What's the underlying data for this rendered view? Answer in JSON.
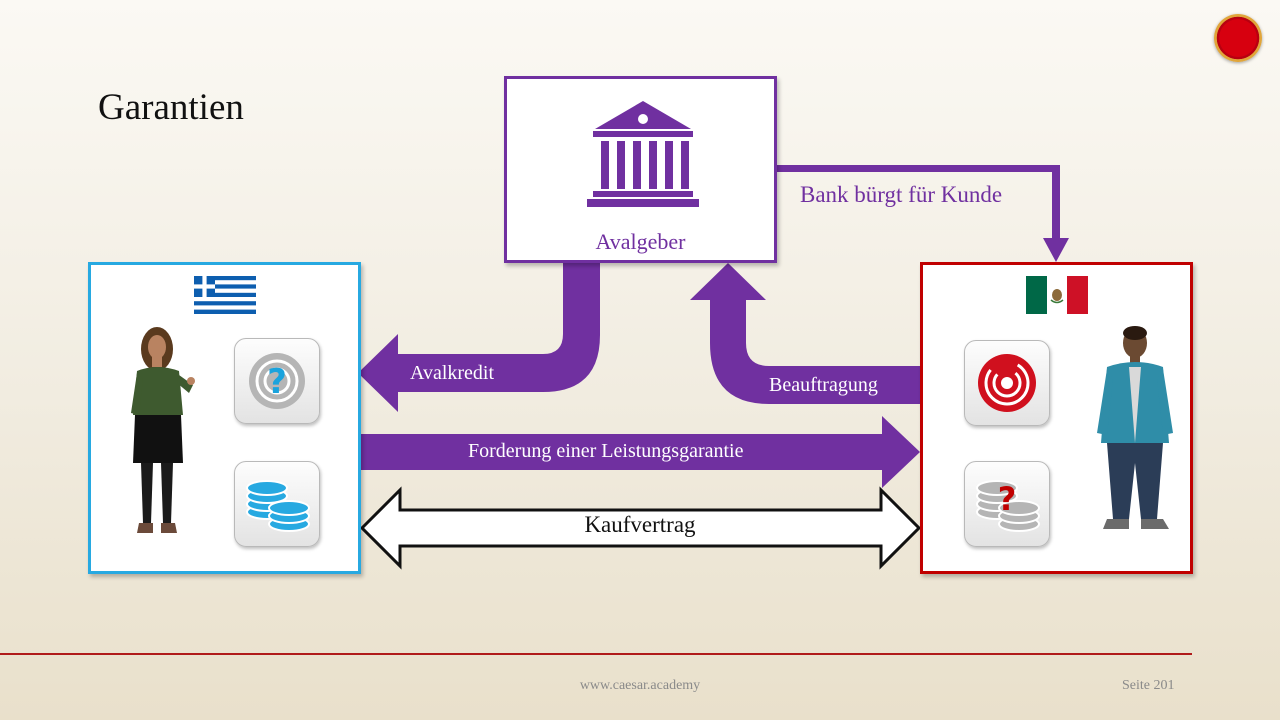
{
  "slide": {
    "title": "Garantien"
  },
  "nodes": {
    "bank": {
      "label": "Avalgeber"
    }
  },
  "arrows": {
    "avalkredit": "Avalkredit",
    "beauftragung": "Beauftragung",
    "bank_buergt": "Bank bürgt für Kunde",
    "forderung": "Forderung einer Leistungsgarantie",
    "kaufvertrag": "Kaufvertrag"
  },
  "footer": {
    "url": "www.caesar.academy",
    "page": "Seite 201"
  },
  "colors": {
    "purple": "#7030a0",
    "buyer_border": "#27a9e1",
    "seller_border": "#c00000",
    "footer_line": "#b01a1a"
  },
  "icons": {
    "bank": "bank-building-icon",
    "left_flag": "greece-flag-icon",
    "right_flag": "mexico-flag-icon",
    "left_top": "question-disc-icon",
    "left_bottom": "coins-icon",
    "right_top": "record-disc-icon",
    "right_bottom": "coins-question-icon"
  }
}
